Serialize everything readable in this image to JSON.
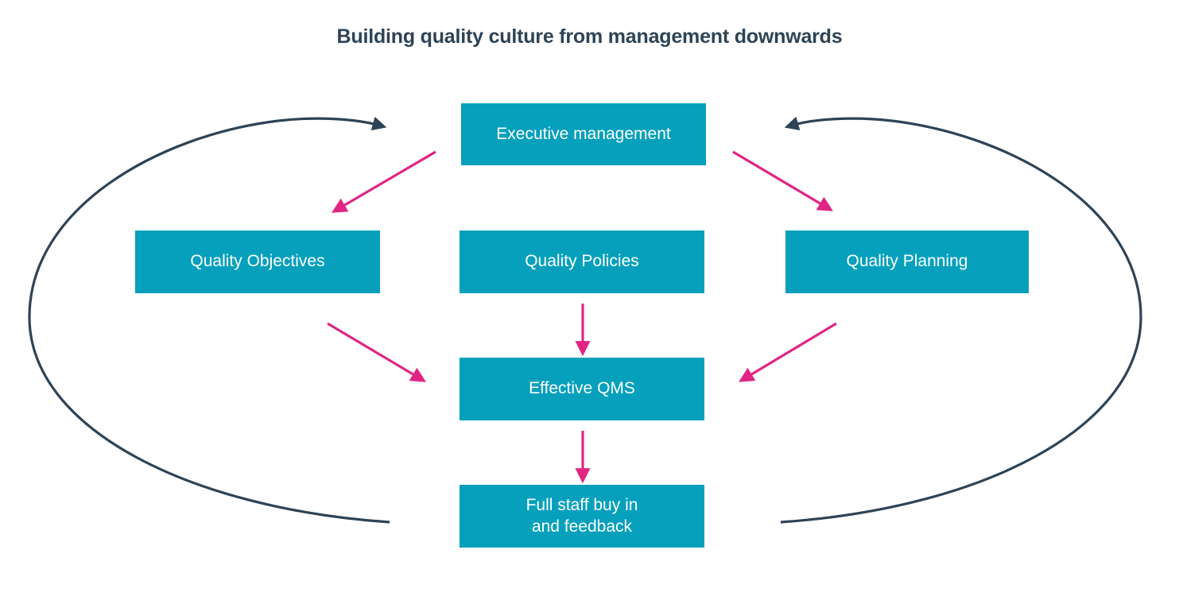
{
  "title": "Building quality culture from management downwards",
  "colors": {
    "node_fill": "#06A0BC",
    "node_text": "#FFFFFF",
    "title_text": "#2D4356",
    "pink_arrow": "#E02585",
    "navy_arrow": "#2D4356",
    "background": "#FFFFFF"
  },
  "nodes": [
    {
      "id": "exec",
      "label": "Executive management"
    },
    {
      "id": "objectives",
      "label": "Quality Objectives"
    },
    {
      "id": "policies",
      "label": "Quality Policies"
    },
    {
      "id": "planning",
      "label": "Quality Planning"
    },
    {
      "id": "qms",
      "label": "Effective QMS"
    },
    {
      "id": "staff",
      "label": "Full staff buy in\nand feedback"
    }
  ],
  "connectors": [
    {
      "name": "exec-to-objectives",
      "from": "exec",
      "to": "objectives",
      "color": "pink"
    },
    {
      "name": "exec-to-planning",
      "from": "exec",
      "to": "planning",
      "color": "pink"
    },
    {
      "name": "objectives-to-qms",
      "from": "objectives",
      "to": "qms",
      "color": "pink"
    },
    {
      "name": "policies-to-qms",
      "from": "policies",
      "to": "qms",
      "color": "pink"
    },
    {
      "name": "planning-to-qms",
      "from": "planning",
      "to": "qms",
      "color": "pink"
    },
    {
      "name": "qms-to-staff",
      "from": "qms",
      "to": "staff",
      "color": "pink"
    },
    {
      "name": "feedback-loop-left",
      "from": "staff",
      "to": "exec",
      "color": "navy"
    },
    {
      "name": "feedback-loop-right",
      "from": "staff",
      "to": "exec",
      "color": "navy"
    }
  ]
}
